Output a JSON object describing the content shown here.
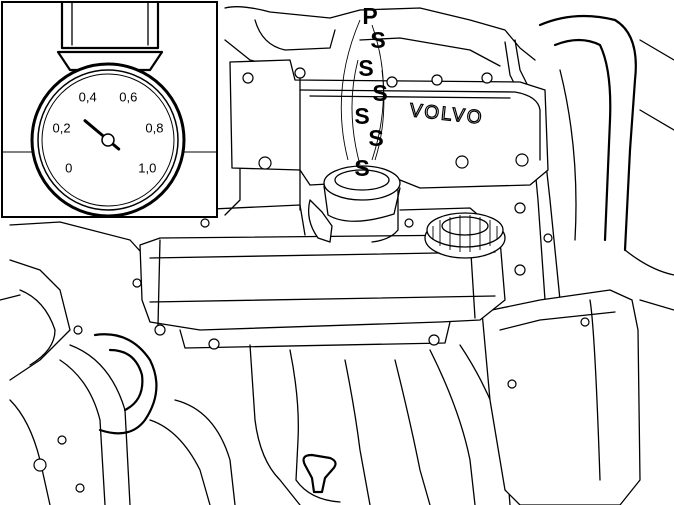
{
  "brand": "VOLVO",
  "gauge": {
    "ticks": [
      {
        "label": "0",
        "value": 0
      },
      {
        "label": "0,2",
        "value": 0.2
      },
      {
        "label": "0,4",
        "value": 0.4
      },
      {
        "label": "0,6",
        "value": 0.6
      },
      {
        "label": "0,8",
        "value": 0.8
      },
      {
        "label": "1,0",
        "value": 1.0
      }
    ],
    "needle_value": 0.3
  },
  "hiss": {
    "p_label": "P",
    "s_label": "S"
  }
}
